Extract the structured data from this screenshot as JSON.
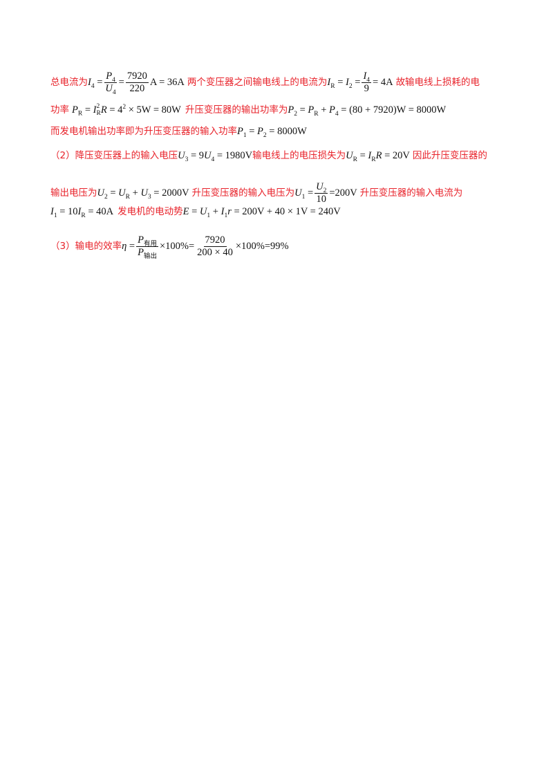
{
  "solution": {
    "l1": {
      "t1": "总电流为",
      "m1a": "I",
      "m1b": "4",
      "m1c": " = ",
      "f1_num": "P",
      "f1_num_sub": "4",
      "f1_den": "U",
      "f1_den_sub": "4",
      "m1d": " = ",
      "f2_num": "7920",
      "f2_den": "220",
      "m1e": "A = 36A",
      "t2": "两个变压器之间输电线上的电流为",
      "m2a": "I",
      "m2b": "R",
      "m2c": " = ",
      "m2d": "I",
      "m2e": "2",
      "m2f": " = ",
      "f3_num": "I",
      "f3_num_sub": "4",
      "f3_den": "9",
      "m2g": " = 4A",
      "t3": "故输电线上损耗的电"
    },
    "l2": {
      "t1": "功率",
      "m1a": "P",
      "m1b": "R",
      "m1c": " = ",
      "m1d": "I",
      "m1e_sub": "R",
      "m1e_sup": "2",
      "m1f": "R",
      "m1g": " = 4",
      "m1h": "2",
      "m1i": " × 5W = 80W",
      "t2": "升压变压器的输出功率为",
      "m2a": "P",
      "m2b": "2",
      "m2c": " = ",
      "m2d": "P",
      "m2e": "R",
      "m2f": " + ",
      "m2g": "P",
      "m2h": "4",
      "m2i": " = (80 + 7920)W = 8000W"
    },
    "l3": {
      "t1": "而发电机输出功率即为升压变压器的输入功率",
      "m1a": "P",
      "m1b": "1",
      "m1c": " = ",
      "m1d": "P",
      "m1e": "2",
      "m1f": " = 8000W"
    },
    "l4": {
      "t1": "（2）降压变压器上的输入电压",
      "m1a": "U",
      "m1b": "3",
      "m1c": " = 9",
      "m1d": "U",
      "m1e": "4",
      "m1f": " = 1980V",
      "t2": "输电线上的电压损失为",
      "m2a": "U",
      "m2b": "R",
      "m2c": " = ",
      "m2d": "I",
      "m2e": "R",
      "m2f": "R",
      "m2g": " = 20V",
      "t3": "因此升压变压器的"
    },
    "l5": {
      "t1": "输出电压为",
      "m1a": "U",
      "m1b": "2",
      "m1c": " = ",
      "m1d": "U",
      "m1e": "R",
      "m1f": " + ",
      "m1g": "U",
      "m1h": "3",
      "m1i": " = 2000V",
      "t2": "升压变压器的输入电压为",
      "m2a": "U",
      "m2b": "1",
      "m2c": " = ",
      "f1_num": "U",
      "f1_num_sub": "2",
      "f1_den": "10",
      "m2d": "=200V",
      "t3": "升压变压器的输入电流为"
    },
    "l6": {
      "m1a": "I",
      "m1b": "1",
      "m1c": " = 10",
      "m1d": "I",
      "m1e": "R",
      "m1f": " = 40A",
      "t1": "发电机的电动势",
      "m2a": "E",
      "m2b": " = ",
      "m2c": "U",
      "m2d": "1",
      "m2e": " + ",
      "m2f": "I",
      "m2g": "1",
      "m2h": "r",
      "m2i": " = 200V + 40 × 1V = 240V"
    },
    "l7": {
      "t1": "（3）输电的效率",
      "m1a": "η",
      "m1b": " = ",
      "f1_num": "P",
      "f1_num_sub": "有用",
      "f1_den": "P",
      "f1_den_sub": "输出",
      "m1c": "×100%=",
      "f2_num": "7920",
      "f2_den": "200 × 40",
      "m1d": "×100%=99%"
    }
  }
}
